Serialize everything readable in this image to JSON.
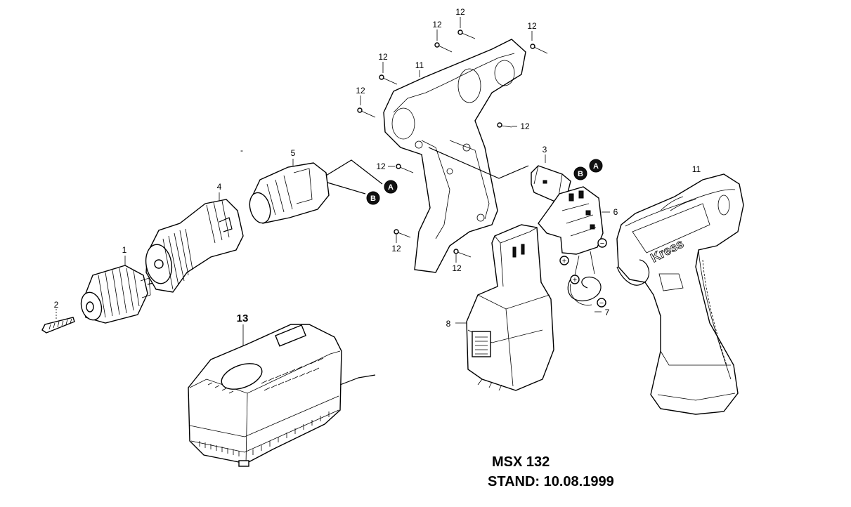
{
  "callouts": {
    "c1": "1",
    "c2": "2",
    "c3": "3",
    "c4": "4",
    "c5": "5",
    "c6": "6",
    "c7": "7",
    "c8": "8",
    "c11a": "11",
    "c11b": "11",
    "c13": "13",
    "c12": "12"
  },
  "connectors": {
    "a": "A",
    "b": "B"
  },
  "polarity": {
    "plus": "+",
    "minus": "−"
  },
  "dash_mark": "-",
  "brand_mark": "Kress",
  "title": {
    "model": "MSX 132",
    "stand": "STAND: 10.08.1999"
  },
  "colors": {
    "ink": "#000000",
    "paper": "#ffffff"
  }
}
